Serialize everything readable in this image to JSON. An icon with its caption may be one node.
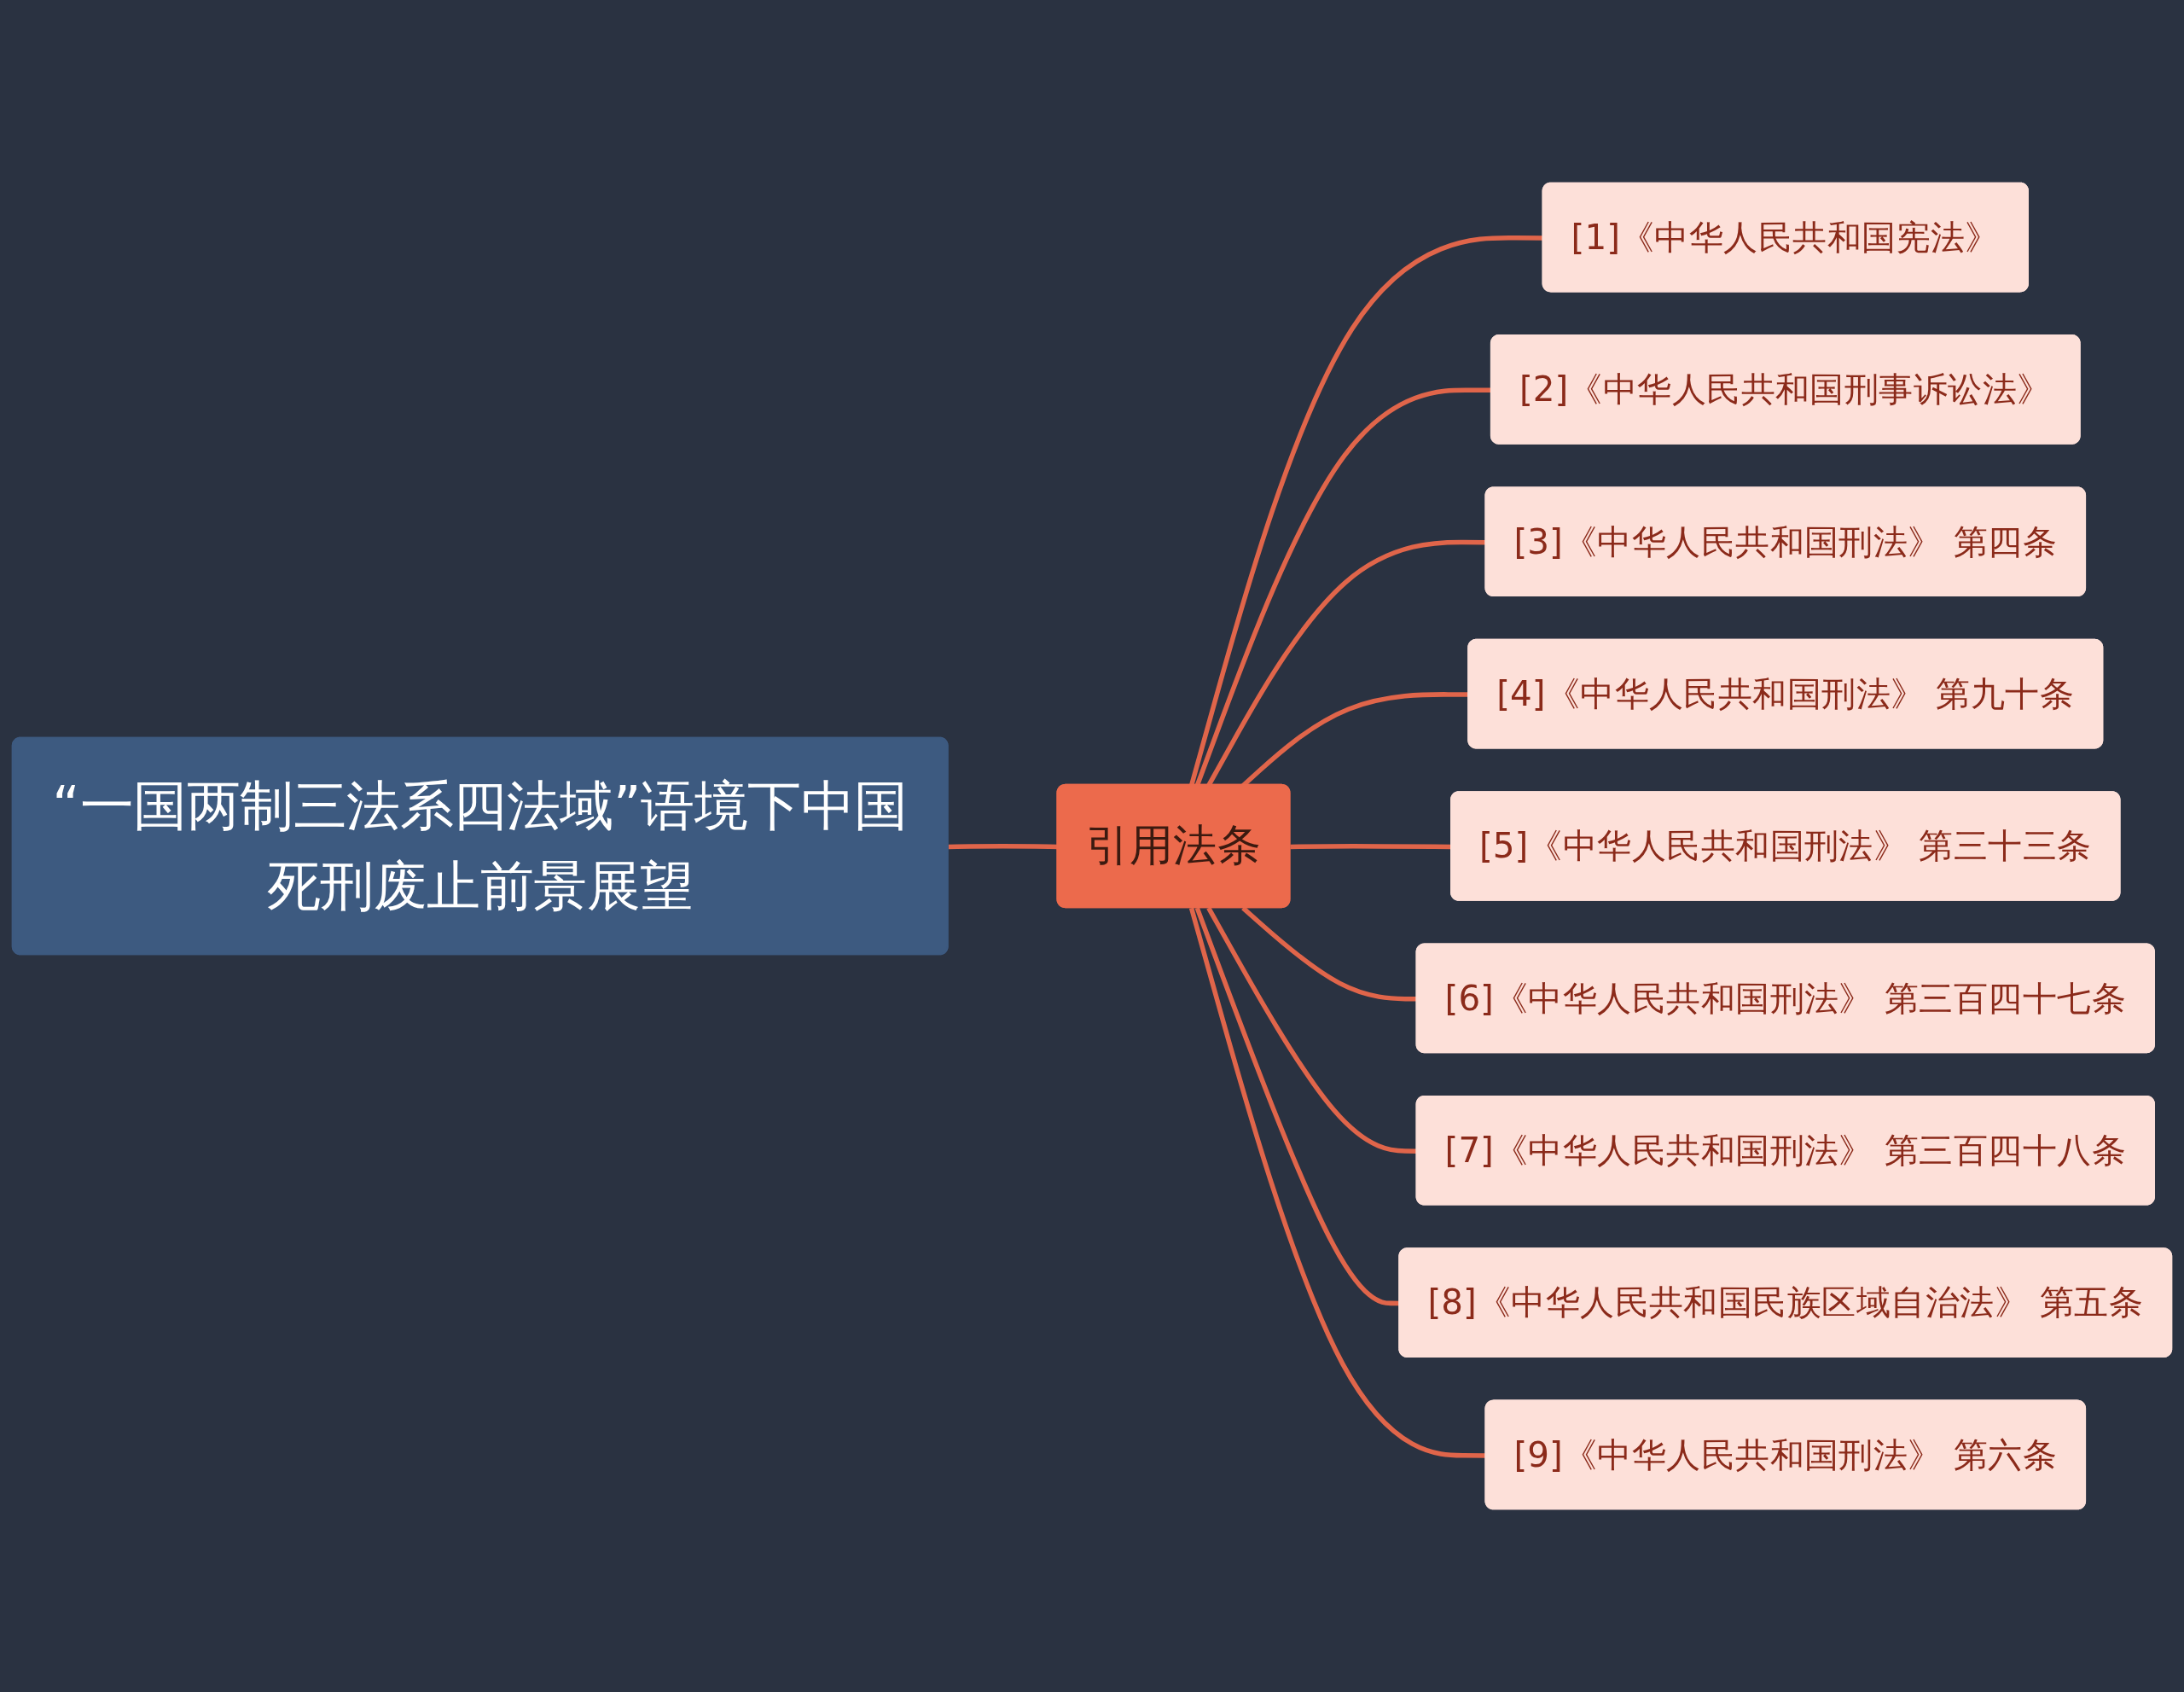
{
  "diagram": {
    "nodes": [
      {
        "text": [
          "“一国两制三法系四法域”语境下中国死刑废止前景展望"
        ]
      },
      {
        "text": [
          "引用法条"
        ]
      },
      {
        "text": [
          "[1]《中华人民共和国宪法》"
        ]
      },
      {
        "text": [
          "[2]《中华人民共和国刑事诉讼法》"
        ]
      },
      {
        "text": [
          "[3]《中华人民共和国刑法》 第四条"
        ]
      },
      {
        "text": [
          "[4]《中华人民共和国刑法》 第九十条"
        ]
      },
      {
        "text": [
          "[5]《中华人民共和国刑法》 第三十三条"
        ]
      },
      {
        "text": [
          "[6]《中华人民共和国刑法》 第三百四十七条"
        ]
      },
      {
        "text": [
          "[7]《中华人民共和国刑法》 第三百四十八条"
        ]
      },
      {
        "text": [
          "[8]《中华人民共和国民族区域自治法》 第五条"
        ]
      },
      {
        "text": [
          "[9]《中华人民共和国刑法》 第六条"
        ]
      }
    ],
    "edges": [
      {
        "from": 0,
        "to": 1,
        "arrow": "none"
      },
      {
        "from": 1,
        "to": 2,
        "arrow": "none"
      },
      {
        "from": 1,
        "to": 3,
        "arrow": "none"
      },
      {
        "from": 1,
        "to": 4,
        "arrow": "none"
      },
      {
        "from": 1,
        "to": 5,
        "arrow": "none"
      },
      {
        "from": 1,
        "to": 6,
        "arrow": "none"
      },
      {
        "from": 1,
        "to": 7,
        "arrow": "none"
      },
      {
        "from": 1,
        "to": 8,
        "arrow": "none"
      },
      {
        "from": 1,
        "to": 9,
        "arrow": "none"
      },
      {
        "from": 1,
        "to": 10,
        "arrow": "none"
      }
    ]
  }
}
